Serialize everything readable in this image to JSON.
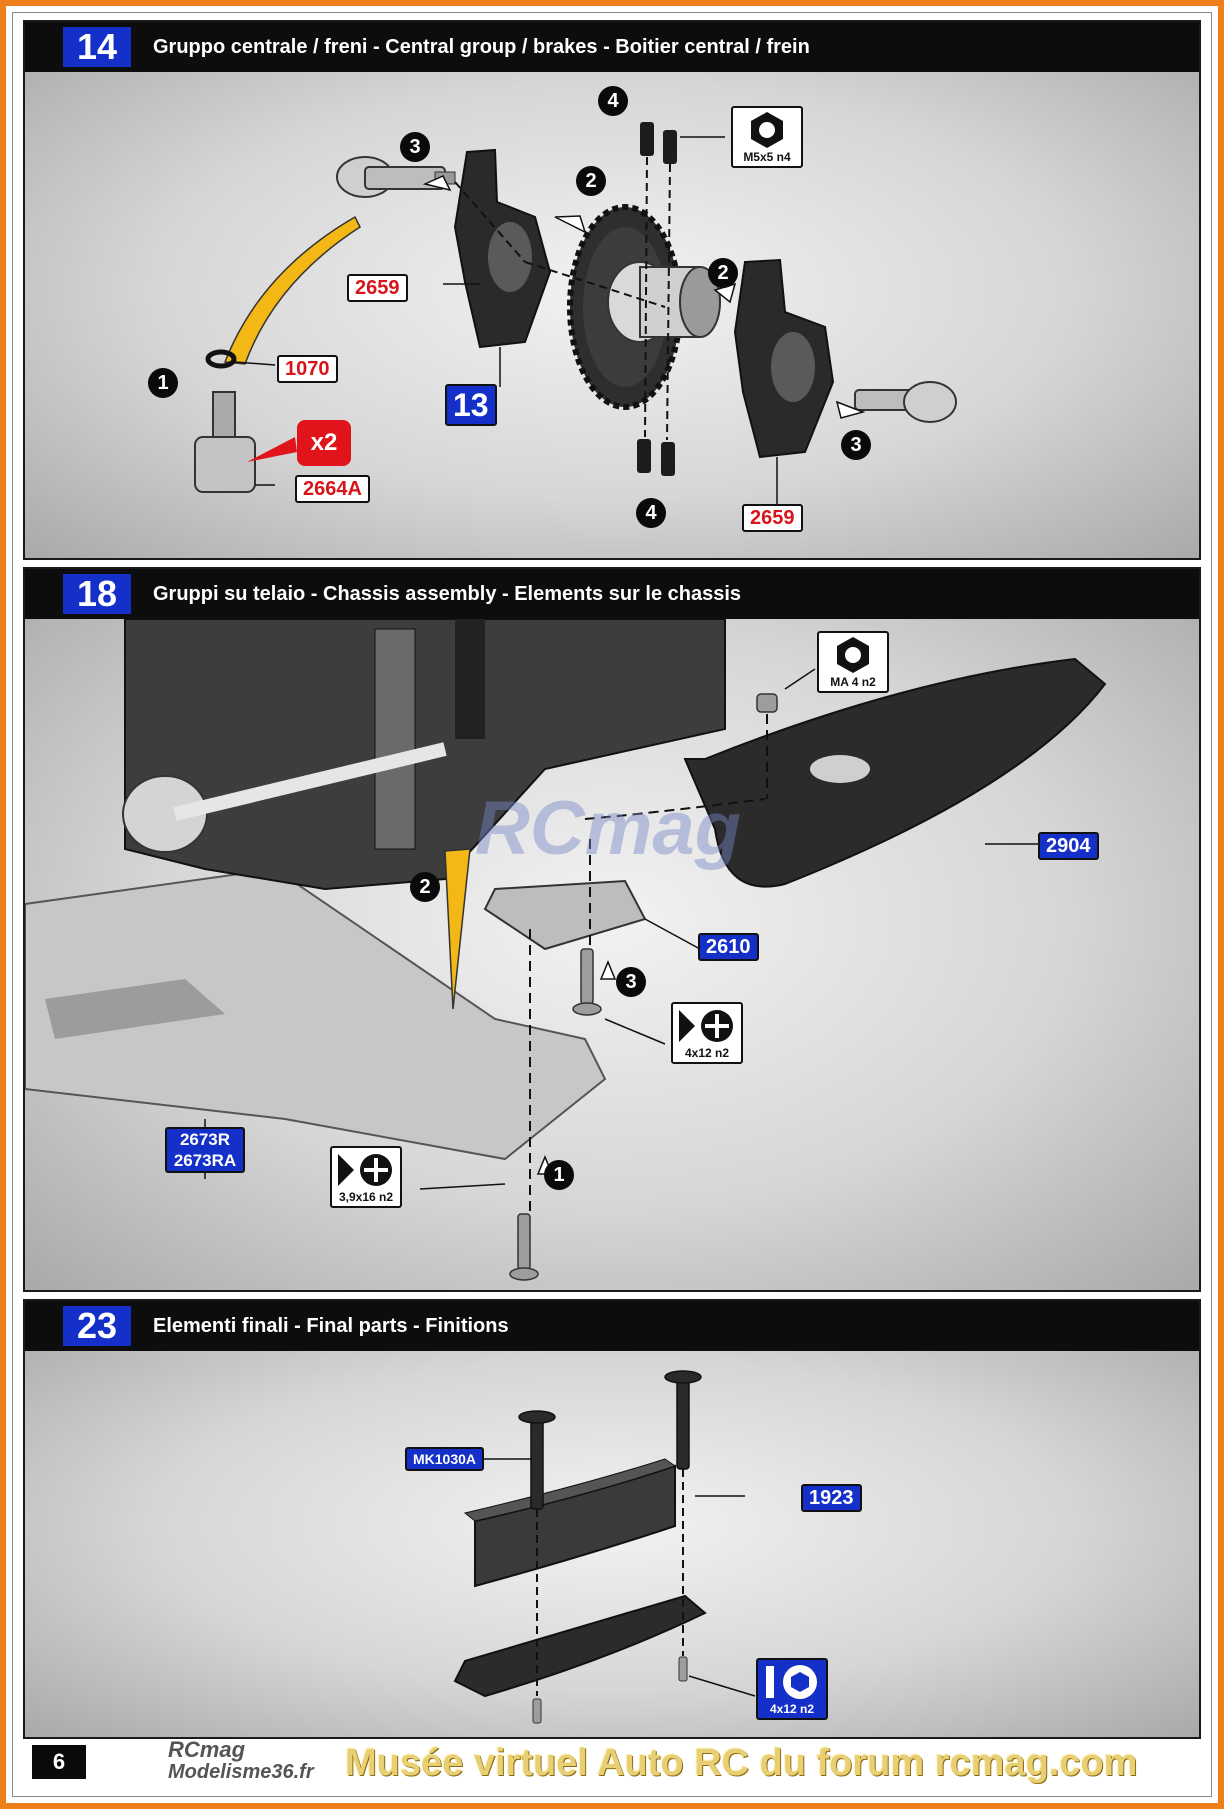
{
  "steps": [
    {
      "number": "14",
      "title": "Gruppo centrale / freni - Central group / brakes - Boitier central / frein",
      "labels": {
        "part_2659_left": "2659",
        "part_2659_right": "2659",
        "part_1070": "1070",
        "part_2664A": "2664A",
        "ref_13": "13",
        "qty": "x2"
      },
      "tool_m5x5": "M5x5 n4",
      "steps_labels": {
        "c1": "1",
        "c2a": "2",
        "c2b": "2",
        "c3a": "3",
        "c3b": "3",
        "c4a": "4",
        "c4b": "4"
      }
    },
    {
      "number": "18",
      "title": "Gruppi su telaio - Chassis assembly - Elements sur le chassis",
      "labels": {
        "part_2904": "2904",
        "part_2610": "2610",
        "part_2673R": "2673R",
        "part_2673RA": "2673RA"
      },
      "tool_ma4": "MA 4 n2",
      "tool_4x12": "4x12 n2",
      "tool_39x16": "3,9x16 n2",
      "steps_labels": {
        "c1": "1",
        "c2": "2",
        "c3": "3"
      },
      "watermark": "RCmag"
    },
    {
      "number": "23",
      "title": "Elementi finali - Final parts - Finitions",
      "labels": {
        "part_MK1030A": "MK1030A",
        "part_1923": "1923"
      },
      "tool_4x12": "4x12 n2"
    }
  ],
  "footer": {
    "page_number": "6",
    "logo_top": "RCmag",
    "logo_bottom": "Modelisme36.fr",
    "watermark": "Musée virtuel Auto RC du forum rcmag.com"
  },
  "colors": {
    "frame": "#ef7f1a",
    "step_badge": "#1530c8",
    "part_red": "#d8141a",
    "header": "#0d0d0d",
    "arrow_yellow": "#f3b816"
  }
}
